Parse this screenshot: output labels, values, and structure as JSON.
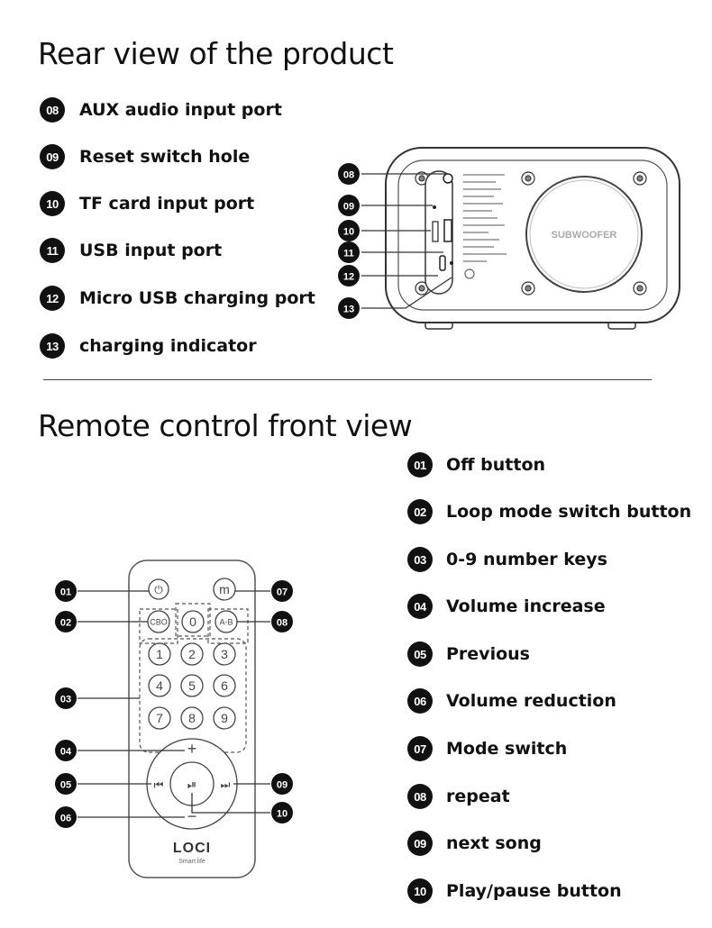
{
  "rear": {
    "title": "Rear view of the product",
    "items": [
      {
        "num": "08",
        "label": "AUX audio input port"
      },
      {
        "num": "09",
        "label": "Reset switch hole"
      },
      {
        "num": "10",
        "label": "TF card input port"
      },
      {
        "num": "11",
        "label": "USB input port"
      },
      {
        "num": "12",
        "label": "Micro USB charging port"
      },
      {
        "num": "13",
        "label": "charging indicator"
      }
    ],
    "subwoofer_label": "SUBWOOFER"
  },
  "remote": {
    "title": "Remote control front view",
    "items": [
      {
        "num": "01",
        "label": "Off button"
      },
      {
        "num": "02",
        "label": "Loop mode switch button"
      },
      {
        "num": "03",
        "label": "0-9 number keys"
      },
      {
        "num": "04",
        "label": "Volume increase"
      },
      {
        "num": "05",
        "label": "Previous"
      },
      {
        "num": "06",
        "label": "Volume reduction"
      },
      {
        "num": "07",
        "label": "Mode switch"
      },
      {
        "num": "08",
        "label": "repeat"
      },
      {
        "num": "09",
        "label": "next song"
      },
      {
        "num": "10",
        "label": "Play/pause button"
      }
    ],
    "keys": {
      "power": "⏻",
      "mode": "m",
      "cbo": "CBO",
      "zero": "0",
      "ab": "A-B",
      "digits": [
        "1",
        "2",
        "3",
        "4",
        "5",
        "6",
        "7",
        "8",
        "9"
      ],
      "plus": "+",
      "minus": "−",
      "prev": "⏮",
      "next": "⏭",
      "play": "⏯"
    },
    "brand": "LOCI",
    "brand_sub": "Smart life"
  },
  "colors": {
    "ink": "#111111",
    "line": "#555555",
    "light": "#999999"
  }
}
